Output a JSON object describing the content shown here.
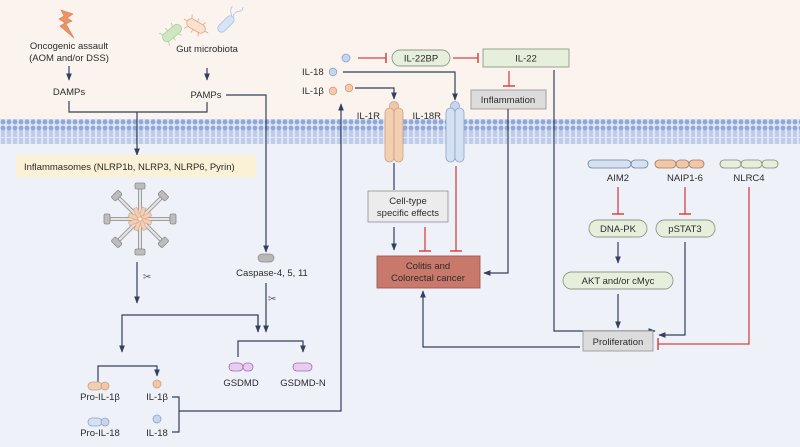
{
  "colors": {
    "extracellular_bg": "#fbf3ee",
    "intracellular_bg": "#eef1f8",
    "membrane": "#8fa8dc",
    "activation_arrow": "#34405e",
    "inhibition": "#d64545",
    "outcome_box": "#c9796b",
    "mediator_box_green": "#e6efdc",
    "gray_box": "#dcdcdc",
    "inflammasome_band": "#fbf1d6"
  },
  "extracellular": {
    "oncogenic": {
      "line1": "Oncogenic assault",
      "line2": "(AOM and/or DSS)",
      "icon": "lightning-icon"
    },
    "microbiota": {
      "label": "Gut microbiota",
      "icons": [
        "green-bacterium-icon",
        "orange-bacterium-icon",
        "blue-bacterium-icon"
      ]
    },
    "damps": "DAMPs",
    "pamps": "PAMPs",
    "il18_label": "IL-18",
    "il1b_label": "IL-1β",
    "il22bp": "IL-22BP",
    "il22": "IL-22",
    "inflammation": "Inflammation"
  },
  "receptors": {
    "il1r": "IL-1R",
    "il18r": "IL-18R"
  },
  "intracellular": {
    "inflammasomes": "Inflammasomes (NLRP1b, NLRP3, NLRP6, Pyrin)",
    "caspase": "Caspase-4, 5, 11",
    "gsdmd": "GSDMD",
    "gsdmd_n": "GSDMD-N",
    "pro_il1b": "Pro-IL-1β",
    "il1b": "IL-1β",
    "pro_il18": "Pro-IL-18",
    "il18": "IL-18",
    "cell_type_line1": "Cell-type",
    "cell_type_line2": "specific effects",
    "colitis_line1": "Colitis and",
    "colitis_line2": "Colorectal cancer",
    "aim2": "AIM2",
    "naip": "NAIP1-6",
    "nlrc4": "NLRC4",
    "dnapk": "DNA-PK",
    "pstat3": "pSTAT3",
    "akt": "AKT and/or cMyc",
    "proliferation": "Proliferation"
  }
}
